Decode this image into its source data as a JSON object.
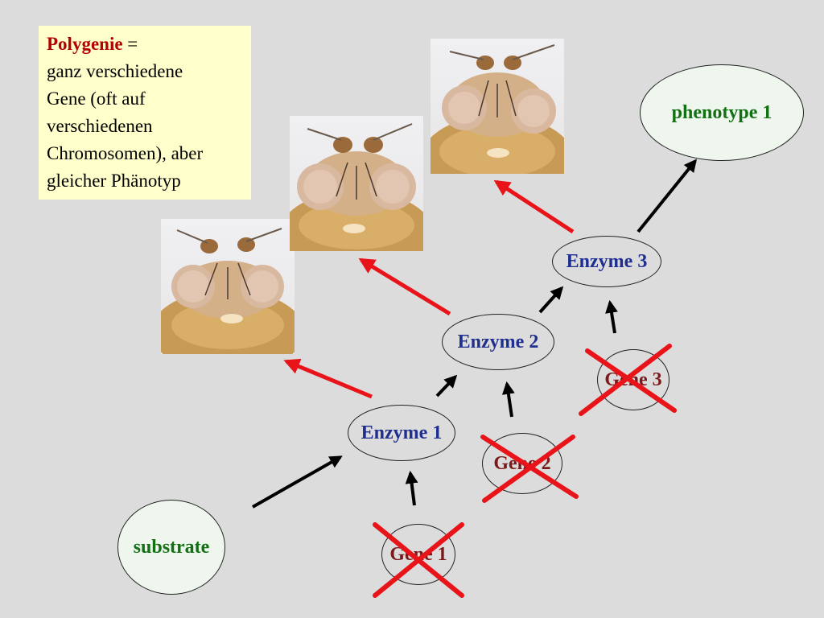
{
  "note": {
    "term": "Polygenie",
    "equals": " =",
    "lines": [
      "ganz verschiedene",
      "Gene (oft auf",
      "verschiedenen",
      "Chromosomen), aber",
      "gleicher Phänotyp"
    ]
  },
  "nodes": {
    "substrate": "substrate",
    "phenotype": "phenotype 1",
    "enzyme1": "Enzyme 1",
    "enzyme2": "Enzyme 2",
    "enzyme3": "Enzyme 3",
    "gene1": "Gene 1",
    "gene2": "Gene 2",
    "gene3": "Gene 3"
  },
  "colors": {
    "background": "#dcdcdc",
    "note_bg": "#ffffcc",
    "term": "#b30000",
    "enzyme_text": "#1f2f8f",
    "gene_text": "#7a1a1a",
    "endpoint_text": "#127012",
    "red_arrow": "#e8141a",
    "black_arrow": "#000000",
    "cross": "#e8141a"
  },
  "images": [
    {
      "icon": "fly-head-photo"
    },
    {
      "icon": "fly-head-photo"
    },
    {
      "icon": "fly-head-photo"
    }
  ]
}
